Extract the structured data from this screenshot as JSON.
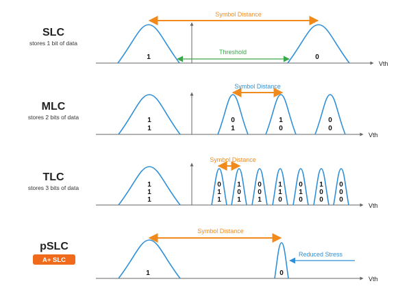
{
  "sections": [
    {
      "name": "SLC",
      "description": "stores 1 bit of data",
      "levels": [
        [
          "1"
        ],
        [
          "0"
        ]
      ]
    },
    {
      "name": "MLC",
      "description": "stores 2 bits of data",
      "levels": [
        [
          "1",
          "1"
        ],
        [
          "0",
          "1"
        ],
        [
          "1",
          "0"
        ],
        [
          "0",
          "0"
        ]
      ]
    },
    {
      "name": "TLC",
      "description": "stores 3 bits of data",
      "levels": [
        [
          "1",
          "1",
          "1"
        ],
        [
          "0",
          "1",
          "1"
        ],
        [
          "1",
          "0",
          "1"
        ],
        [
          "0",
          "0",
          "1"
        ],
        [
          "1",
          "1",
          "0"
        ],
        [
          "0",
          "1",
          "0"
        ],
        [
          "1",
          "0",
          "0"
        ],
        [
          "0",
          "0",
          "0"
        ]
      ]
    },
    {
      "name": "pSLC",
      "badge": "A+ SLC",
      "levels": [
        [
          "1"
        ],
        [
          "0"
        ]
      ]
    }
  ],
  "axis_label": "Vth",
  "symbol_distance_label": "Symbol Distance",
  "threshold_label": "Threshold",
  "reduced_stress_label": "Reduced Stress",
  "colors": {
    "curve": "#2e8fd8",
    "symbol_distance": "#f08a1c",
    "threshold": "#3aa64a",
    "reduced_stress": "#2e8fd8",
    "badge": "#f06a1c"
  }
}
